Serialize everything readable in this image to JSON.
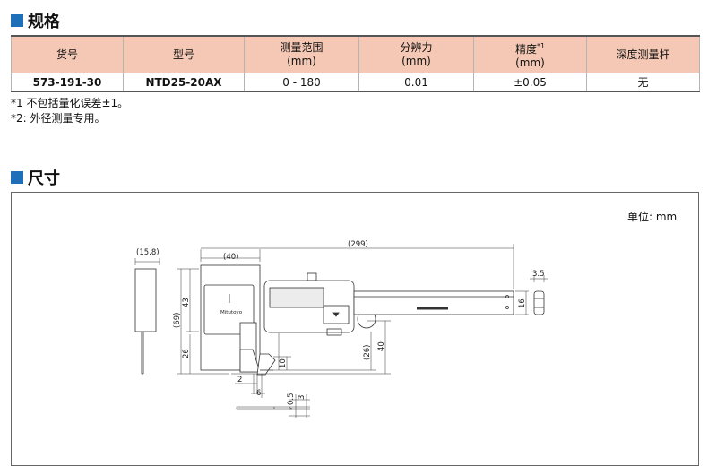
{
  "sections": {
    "spec_title": "规格",
    "dim_title": "尺寸"
  },
  "spec_table": {
    "headers": [
      {
        "label": "货号",
        "unit": "",
        "sup": ""
      },
      {
        "label": "型号",
        "unit": "",
        "sup": ""
      },
      {
        "label": "测量范围",
        "unit": "(mm)",
        "sup": ""
      },
      {
        "label": "分辨力",
        "unit": "(mm)",
        "sup": ""
      },
      {
        "label": "精度",
        "unit": "(mm)",
        "sup": "*1"
      },
      {
        "label": "深度测量杆",
        "unit": "",
        "sup": ""
      }
    ],
    "row": [
      "573-191-30",
      "NTD25-20AX",
      "0 - 180",
      "0.01",
      "±0.05",
      "无"
    ]
  },
  "notes": [
    "*1 不包括量化误差±1。",
    "*2: 外径测量专用。"
  ],
  "dimensions": {
    "unit_label": "单位: mm",
    "d_15_8": "(15.8)",
    "d_40_top": "(40)",
    "d_299": "(299)",
    "d_3_5": "3.5",
    "d_16": "16",
    "d_43": "43",
    "d_69": "(69)",
    "d_26": "26",
    "d_26b": "(26)",
    "d_40_side": "40",
    "d_10": "10",
    "d_2": "2",
    "d_6": "6",
    "d_0_5": "0.5",
    "d_3": "3",
    "brand": "Mitutoyo"
  }
}
